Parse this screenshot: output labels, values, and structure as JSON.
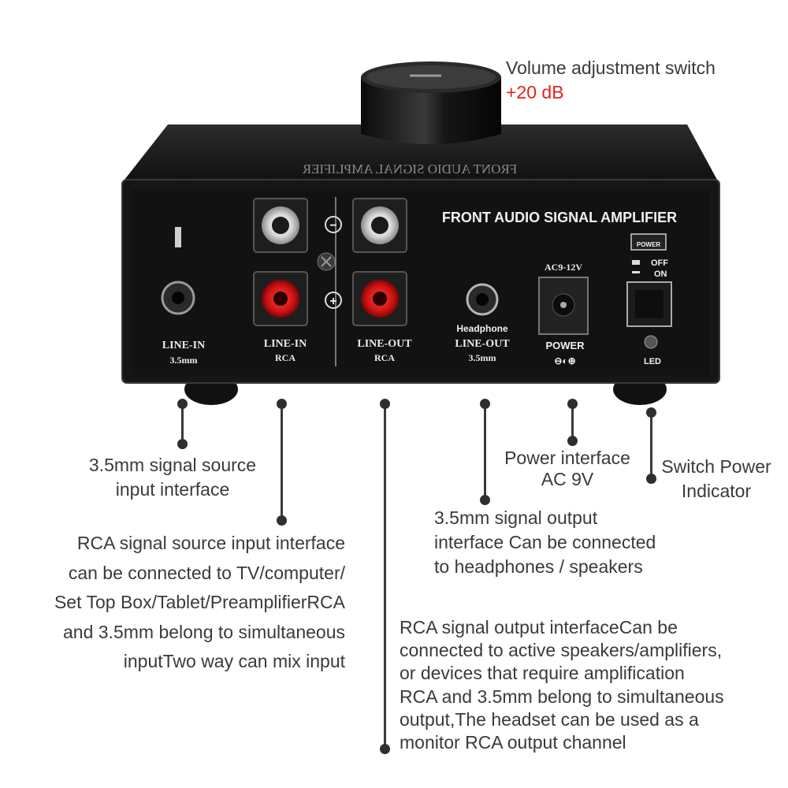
{
  "device": {
    "panel_title": "FRONT AUDIO SIGNAL AMPLIFIER",
    "top_mirror_text": "FRONT AUDIO SIGNAL AMPLIFIER",
    "labels": {
      "line_in_35_a": "LINE-IN",
      "line_in_35_b": "3.5mm",
      "line_in_rca_a": "LINE-IN",
      "line_in_rca_b": "RCA",
      "line_out_rca_a": "LINE-OUT",
      "line_out_rca_b": "RCA",
      "headphone_top": "Headphone",
      "line_out_35_a": "LINE-OUT",
      "line_out_35_b": "3.5mm",
      "ac": "AC9-12V",
      "power": "POWER",
      "power_btn": "POWER",
      "off": "OFF",
      "on": "ON",
      "led": "LED",
      "minus": "−",
      "plus": "+"
    }
  },
  "callouts": {
    "volume": {
      "title": "Volume adjustment switch",
      "value": "+20 dB"
    },
    "input_35": [
      "3.5mm signal source",
      "input interface"
    ],
    "rca_input": [
      "RCA signal source input interface",
      "can be connected to TV/computer/",
      "Set Top Box/Tablet/PreamplifierRCA",
      "and 3.5mm belong to simultaneous",
      "inputTwo way can mix input"
    ],
    "rca_output": [
      "RCA signal output interfaceCan be",
      "connected to active speakers/amplifiers,",
      "or devices that require amplification",
      "RCA and 3.5mm belong to simultaneous",
      "output,The headset can be used as a",
      "monitor RCA output channel"
    ],
    "output_35": [
      "3.5mm signal output",
      "interface Can be connected",
      "to headphones / speakers"
    ],
    "power_interface": [
      "Power interface",
      "AC 9V"
    ],
    "switch": [
      "Switch Power",
      "Indicator"
    ]
  },
  "colors": {
    "text": "#3a3a3a",
    "accent": "#e0231b",
    "device_body": "#141414",
    "rca_red": "#d01818"
  }
}
